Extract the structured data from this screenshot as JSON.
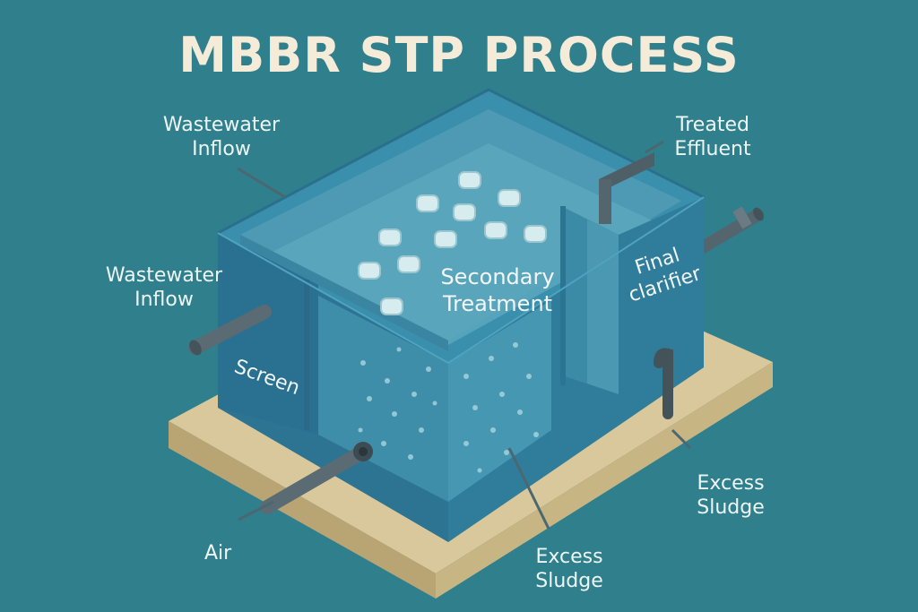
{
  "title": "MBBR STP PROCESS",
  "labels": {
    "inflow_top": [
      "Wastewater",
      "Inflow"
    ],
    "inflow_left": [
      "Wastewater",
      "Inflow"
    ],
    "treated_effluent": [
      "Treated",
      "Effluent"
    ],
    "secondary_treatment": [
      "Secondary",
      "Treatment"
    ],
    "final_clarifier": [
      "Final",
      "clarifier"
    ],
    "screen": "Screen",
    "air": "Air",
    "excess_sludge_bottom": [
      "Excess",
      "Sludge"
    ],
    "excess_sludge_right": [
      "Excess",
      "Sludge"
    ]
  },
  "colors": {
    "background": "#2f7f8c",
    "title": "#f4ecd8",
    "tank_side": "#2f7a96",
    "tank_top": "#3f92ad",
    "water_face": "#4e9bb2",
    "base": "#d8c79b",
    "pipe": "#5d6f78"
  },
  "icons": {
    "media_carriers": "media-carrier-icon"
  }
}
